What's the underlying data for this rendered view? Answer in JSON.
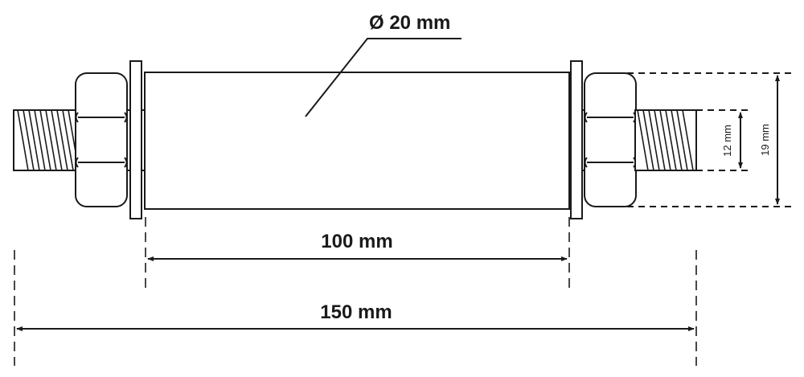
{
  "diagram": {
    "type": "technical-drawing",
    "subject": "threaded rod with pipe spacer, washers and hex nuts",
    "labels": {
      "diameter": "Ø 20 mm",
      "inner_length": "100 mm",
      "total_length": "150 mm",
      "thread_diameter": "12 mm",
      "nut_width": "19 mm"
    },
    "colors": {
      "line": "#1a1a1a",
      "background": "#ffffff"
    }
  }
}
